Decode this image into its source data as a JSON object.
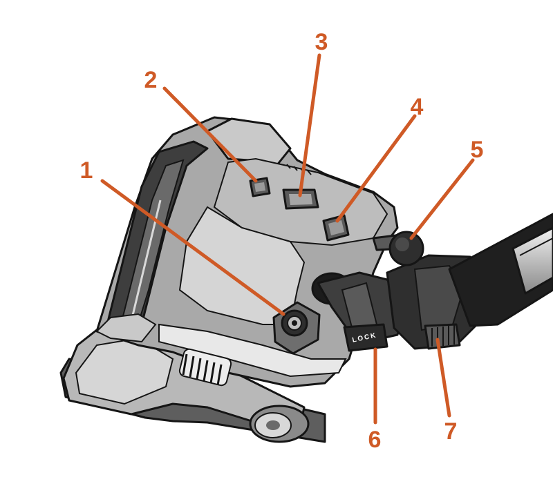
{
  "diagram": {
    "callouts": [
      {
        "id": "1",
        "label": "1"
      },
      {
        "id": "2",
        "label": "2"
      },
      {
        "id": "3",
        "label": "3"
      },
      {
        "id": "4",
        "label": "4"
      },
      {
        "id": "5",
        "label": "5"
      },
      {
        "id": "6",
        "label": "6"
      },
      {
        "id": "7",
        "label": "7"
      }
    ],
    "neck_marking": "LOCK",
    "colors": {
      "callout": "#cf5a26",
      "body_gray": "#a9a9a9",
      "light_gray": "#c9c9c9",
      "dark_gray": "#3e3e3e",
      "outline": "#151515"
    }
  }
}
